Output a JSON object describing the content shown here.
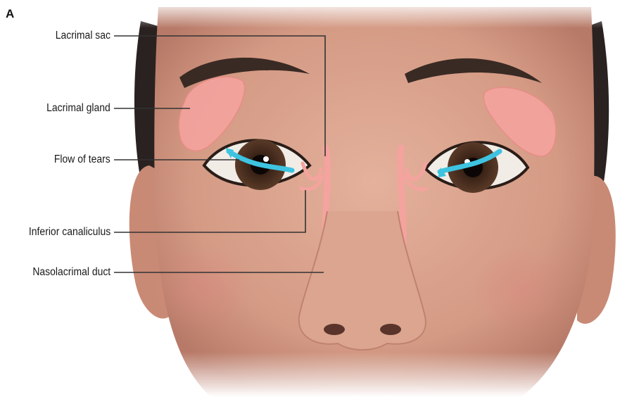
{
  "figure": {
    "panel_letter": "A",
    "labels": {
      "lacrimal_sac": "Lacrimal sac",
      "lacrimal_gland": "Lacrimal gland",
      "flow_of_tears": "Flow of tears",
      "inferior_canaliculus": "Inferior canaliculus",
      "nasolacrimal_duct": "Nasolacrimal duct"
    }
  },
  "colors": {
    "skin": "#d9a38c",
    "skin_shadow": "#b9786a",
    "hair": "#2a2220",
    "lacrimal_structures": "#f4a39e",
    "tear_flow": "#3ec3e0",
    "iris": "#4a2f22",
    "leader_line": "#333333"
  }
}
